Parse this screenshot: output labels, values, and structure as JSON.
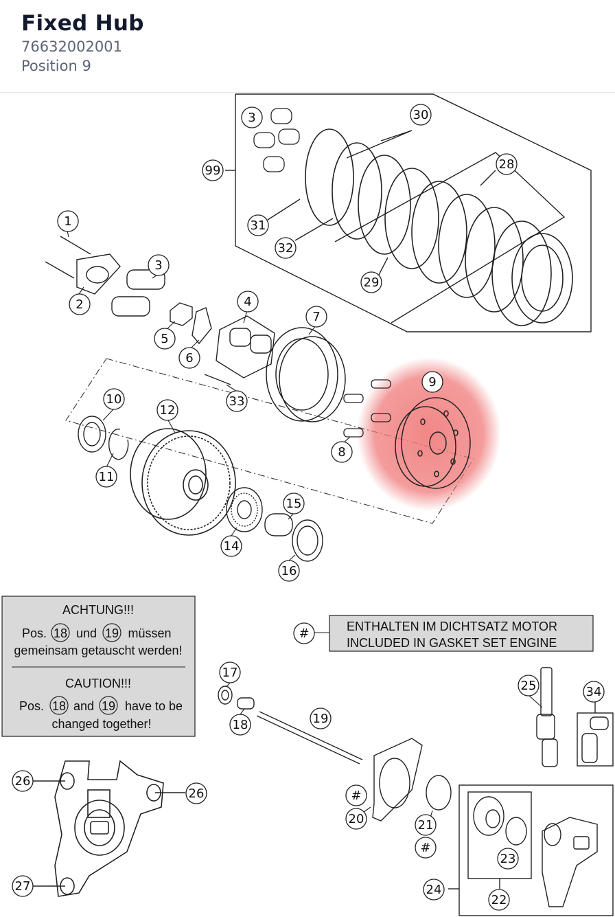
{
  "header": {
    "title": "Fixed Hub",
    "part_number": "76632002001",
    "position": "Position 9"
  },
  "colors": {
    "highlight": "#f07a7a",
    "note_box": "#d9d9d9",
    "line": "#222222"
  },
  "callouts": [
    "1",
    "2",
    "3",
    "3",
    "4",
    "5",
    "6",
    "7",
    "8",
    "9",
    "10",
    "11",
    "12",
    "14",
    "15",
    "16",
    "17",
    "18",
    "19",
    "20",
    "21",
    "22",
    "23",
    "24",
    "25",
    "26",
    "26",
    "27",
    "28",
    "29",
    "30",
    "31",
    "32",
    "33",
    "34",
    "99",
    "#",
    "#",
    "#"
  ],
  "note": {
    "de_title": "ACHTUNG!!!",
    "de_pos": "Pos.",
    "de_n1": "18",
    "de_und": "und",
    "de_n2": "19",
    "de_muessen": "müssen",
    "de_line2": "gemeinsam getauscht werden!",
    "en_title": "CAUTION!!!",
    "en_pos": "Pos.",
    "en_n1": "18",
    "en_and": "and",
    "en_n2": "19",
    "en_have": "have to be",
    "en_line2": "changed together!"
  },
  "gasket": {
    "symbol": "#",
    "line1": "ENTHALTEN IM DICHTSATZ MOTOR",
    "line2": "INCLUDED IN GASKET SET ENGINE"
  }
}
